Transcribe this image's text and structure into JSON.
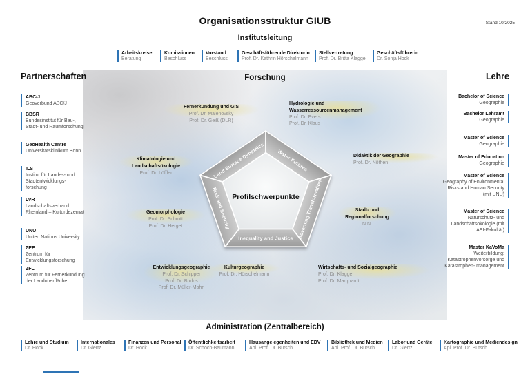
{
  "page": {
    "title": "Organisationsstruktur GIUB",
    "stand": "Stand 10/2025"
  },
  "colors": {
    "accent": "#2E74B5",
    "subtitle_gray": "#7F7F7F",
    "names_gray": "#8C8C8C",
    "pentagon_text": "#FFFFFF"
  },
  "institutsleitung": {
    "heading": "Institutsleitung",
    "boxes": [
      {
        "title": "Arbeitskreise",
        "subtitle": "Beratung"
      },
      {
        "title": "Komissionen",
        "subtitle": "Beschluss"
      },
      {
        "title": "Vorstand",
        "subtitle": "Beschluss"
      },
      {
        "title": "Geschäftsführende Direktorin",
        "subtitle": "Prof. Dr. Kathrin Hörschelmann"
      },
      {
        "title": "Stellvertretung",
        "subtitle": "Prof. Dr. Britta Klagge"
      },
      {
        "title": "Geschäftsführerin",
        "subtitle": "Dr. Sonja Hock"
      }
    ]
  },
  "partnerschaften": {
    "heading": "Partnerschaften",
    "items": [
      {
        "abbr": "ABC/J",
        "desc": "Geoverbund ABC/J"
      },
      {
        "abbr": "BBSR",
        "desc": "Bundesinstitut für Bau-, Stadt- und Raumforschung"
      },
      {
        "abbr": "GeoHealth Centre",
        "desc": "Universitätsklinikum Bonn"
      },
      {
        "abbr": "ILS",
        "desc": "Institut für Landes- und Stadtentwicklungs- forschung"
      },
      {
        "abbr": "LVR",
        "desc": "Landschaftsverband Rheinland – Kulturdezernat"
      },
      {
        "abbr": "UNU",
        "desc": "United Nations University"
      },
      {
        "abbr": "ZEF",
        "desc": "Zentrum für Entwicklungsforschung"
      },
      {
        "abbr": "ZFL",
        "desc": "Zentrum für Fernerkundung der Landoberfläche"
      }
    ]
  },
  "lehre": {
    "heading": "Lehre",
    "items": [
      {
        "title": "Bachelor of Science",
        "desc": "Geographie"
      },
      {
        "title": "Bachelor Lehramt",
        "desc": "Geographie"
      },
      {
        "title": "Master of Science",
        "desc": "Geographie"
      },
      {
        "title": "Master of Education",
        "desc": "Geographie"
      },
      {
        "title": "Master of Science",
        "desc": "Geography of Environmental Risks and Human Security (mit UNU)"
      },
      {
        "title": "Master of Science",
        "desc": "Naturschutz- und Landschaftsökologie (mit AEI-Fakultät)"
      },
      {
        "title": "Master KaVoMa",
        "desc": "Weiterbildung: Katastrophenvorsorge und Katastrophen- management"
      }
    ]
  },
  "forschung": {
    "heading": "Forschung",
    "center_label": "Profilschwerpunkte",
    "pentagon": {
      "top_left": "Land Surface Dynamics",
      "top_right": "Water Futures",
      "right": "Governing Transformations",
      "bottom": "Inequality and Justice",
      "left": "Risk and Security"
    },
    "groups": [
      {
        "title": "Fernerkundung und GIS",
        "names": [
          "Prof. Dr. Malenovsky",
          "Prof. Dr. Geiß (DLR)"
        ]
      },
      {
        "title": "Hydrologie und Wasserressourcenmanagement",
        "names": [
          "Prof. Dr. Evers",
          "Prof. Dr. Klaus"
        ]
      },
      {
        "title": "Klimatologie und Landschaftsökologie",
        "names": [
          "Prof. Dr. Löffler"
        ]
      },
      {
        "title": "Didaktik der Geographie",
        "names": [
          "Prof. Dr. Nöthen"
        ]
      },
      {
        "title": "Geomorphologie",
        "names": [
          "Prof. Dr. Schrott",
          "Prof. Dr. Herget"
        ]
      },
      {
        "title": "Stadt- und Regionalforschung",
        "names": [
          "N.N."
        ]
      },
      {
        "title": "Entwicklungsgeographie",
        "names": [
          "Prof. Dr. Schipper",
          "Prof. Dr. Budds",
          "Prof. Dr. Müller-Mahn"
        ]
      },
      {
        "title": "Kulturgeographie",
        "names": [
          "Prof. Dr. Hörschelmann"
        ]
      },
      {
        "title": "Wirtschafts- und Sozialgeographie",
        "names": [
          "Prof. Dr. Klagge",
          "Prof. Dr. Marquardt"
        ]
      }
    ]
  },
  "administration": {
    "heading": "Administration (Zentralbereich)",
    "boxes": [
      {
        "title": "Lehre und Studium",
        "subtitle": "Dr. Hock"
      },
      {
        "title": "Internationales",
        "subtitle": "Dr. Giertz"
      },
      {
        "title": "Finanzen und Personal",
        "subtitle": "Dr. Hock"
      },
      {
        "title": "Öffentlichkeitsarbeit",
        "subtitle": "Dr. Schoch-Baumann"
      },
      {
        "title": "Hausangelegenheiten und EDV",
        "subtitle": "Apl. Prof. Dr. Butsch"
      },
      {
        "title": "Bibliothek und Medien",
        "subtitle": "Apl. Prof. Dr. Butsch"
      },
      {
        "title": "Labor und Geräte",
        "subtitle": "Dr. Giertz"
      },
      {
        "title": "Kartographie und Mediendesign",
        "subtitle": "Apl. Prof. Dr. Butsch"
      }
    ]
  }
}
